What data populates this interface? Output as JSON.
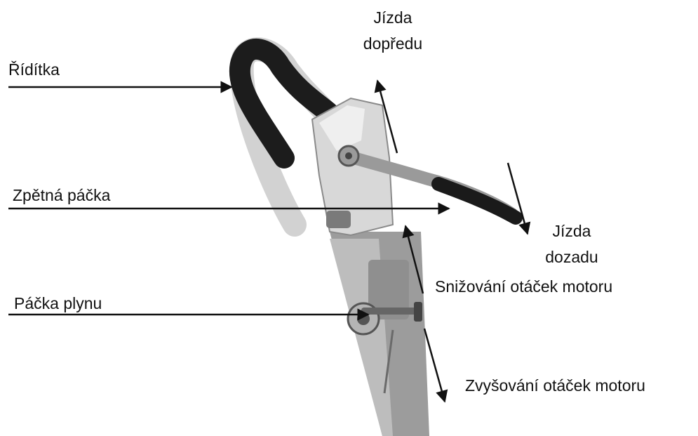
{
  "labels": {
    "handlebar": "Řídítka",
    "reverse_lever": "Zpětná páčka",
    "throttle_lever": "Páčka plynu",
    "forward_line1": "Jízda",
    "forward_line2": "dopředu",
    "backward_line1": "Jízda",
    "backward_line2": "dozadu",
    "rpm_decrease": "Snižování otáček motoru",
    "rpm_increase": "Zvyšování otáček motoru"
  }
}
